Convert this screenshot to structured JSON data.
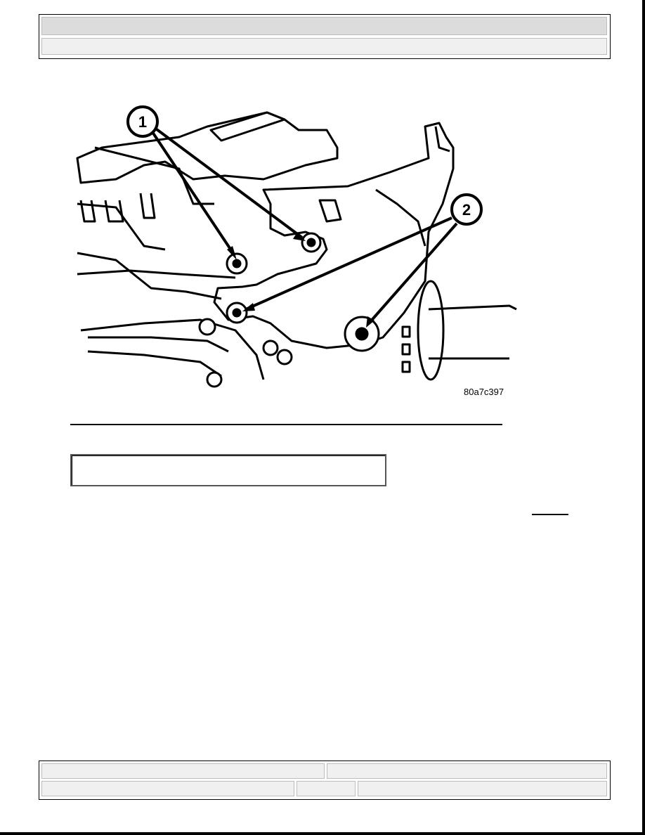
{
  "figure": {
    "code": "80a7c397",
    "callouts": [
      {
        "label": "1"
      },
      {
        "label": "2"
      }
    ]
  },
  "colors": {
    "header_bar": "#dcdcdc",
    "footer_bar": "#f0f0f0",
    "line": "#000000"
  }
}
